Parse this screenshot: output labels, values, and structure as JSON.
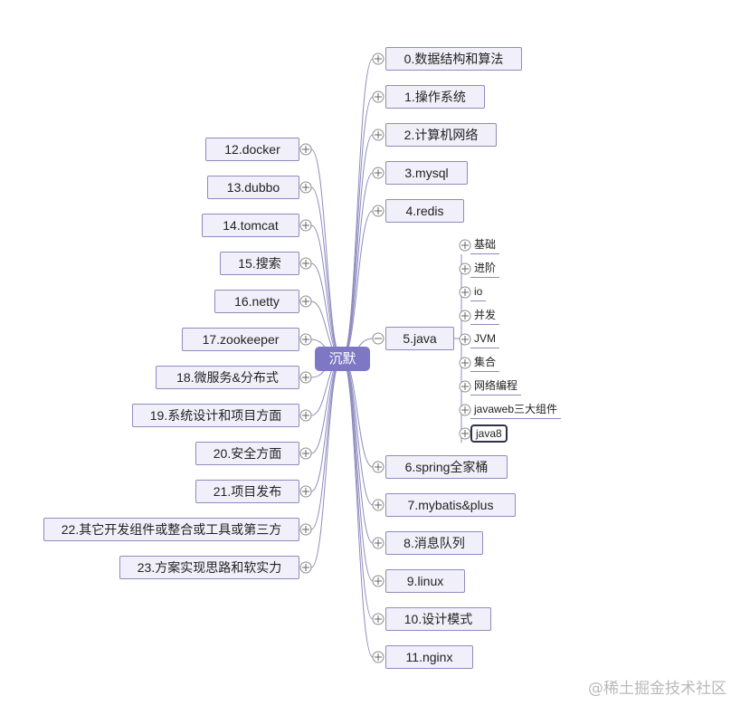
{
  "root": {
    "label": "沉默"
  },
  "right_branches": [
    {
      "label": "0.数据结构和算法"
    },
    {
      "label": "1.操作系统"
    },
    {
      "label": "2.计算机网络"
    },
    {
      "label": "3.mysql"
    },
    {
      "label": "4.redis"
    },
    {
      "label": "5.java",
      "expanded": true
    },
    {
      "label": "6.spring全家桶"
    },
    {
      "label": "7.mybatis&plus"
    },
    {
      "label": "8.消息队列"
    },
    {
      "label": "9.linux"
    },
    {
      "label": "10.设计模式"
    },
    {
      "label": "11.nginx"
    }
  ],
  "left_branches": [
    {
      "label": "12.docker"
    },
    {
      "label": "13.dubbo"
    },
    {
      "label": "14.tomcat"
    },
    {
      "label": "15.搜索"
    },
    {
      "label": "16.netty"
    },
    {
      "label": "17.zookeeper"
    },
    {
      "label": "18.微服务&分布式"
    },
    {
      "label": "19.系统设计和项目方面"
    },
    {
      "label": "20.安全方面"
    },
    {
      "label": "21.项目发布"
    },
    {
      "label": "22.其它开发组件或整合或工具或第三方"
    },
    {
      "label": "23.方案实现思路和软实力"
    }
  ],
  "java_children": [
    {
      "label": "基础"
    },
    {
      "label": "进阶"
    },
    {
      "label": "io"
    },
    {
      "label": "并发"
    },
    {
      "label": "JVM"
    },
    {
      "label": "集合"
    },
    {
      "label": "网络编程"
    },
    {
      "label": "javaweb三大组件"
    },
    {
      "label": "java8",
      "selected": true
    }
  ],
  "colors": {
    "line": "#8e8bbf",
    "root_fill": "#7e78c4",
    "node_fill": "#f1f0fa",
    "node_border": "#8e8bbf",
    "selected_border": "#2f3147"
  },
  "watermark": "@稀土掘金技术社区"
}
